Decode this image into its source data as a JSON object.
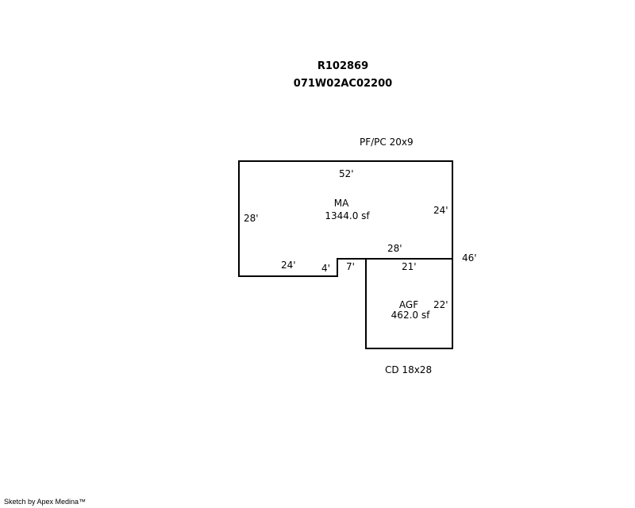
{
  "header": {
    "parcel_id": "R102869",
    "map_number": "071W02AC02200"
  },
  "annotations": {
    "top_label": "PF/PC 20x9",
    "bottom_label": "CD 18x28"
  },
  "areas": {
    "main": {
      "code": "MA",
      "area": "1344.0 sf"
    },
    "garage": {
      "code": "AGF",
      "area": "462.0 sf"
    }
  },
  "dimensions": {
    "ma_top": "52'",
    "ma_left": "28'",
    "ma_right": "24'",
    "ma_bottom_left": "24'",
    "step_down": "4'",
    "step_across": "7'",
    "shared_top": "28'",
    "agf_top": "21'",
    "agf_right": "22'",
    "overall_right": "46'"
  },
  "footer": {
    "credit": "Sketch by Apex Medina™"
  }
}
